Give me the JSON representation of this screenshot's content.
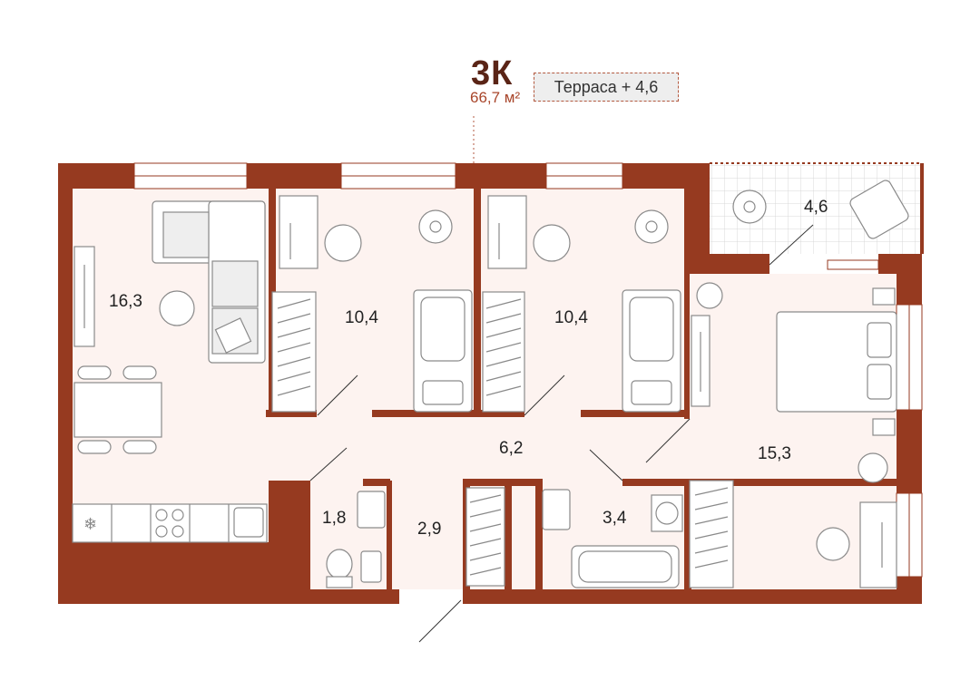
{
  "apartment": {
    "type": "3К",
    "area": "66,7 м²",
    "terrace_label": "Терраса + 4,6"
  },
  "rooms": {
    "living": "16,3",
    "bedroom1": "10,4",
    "bedroom2": "10,4",
    "terrace": "4,6",
    "master": "15,3",
    "hall": "6,2",
    "wc": "1,8",
    "corridor": "2,9",
    "bath": "3,4"
  },
  "colors": {
    "wall": "#963a20",
    "floor": "#fdf3f0",
    "furniture_stroke": "#8a8a8a"
  }
}
